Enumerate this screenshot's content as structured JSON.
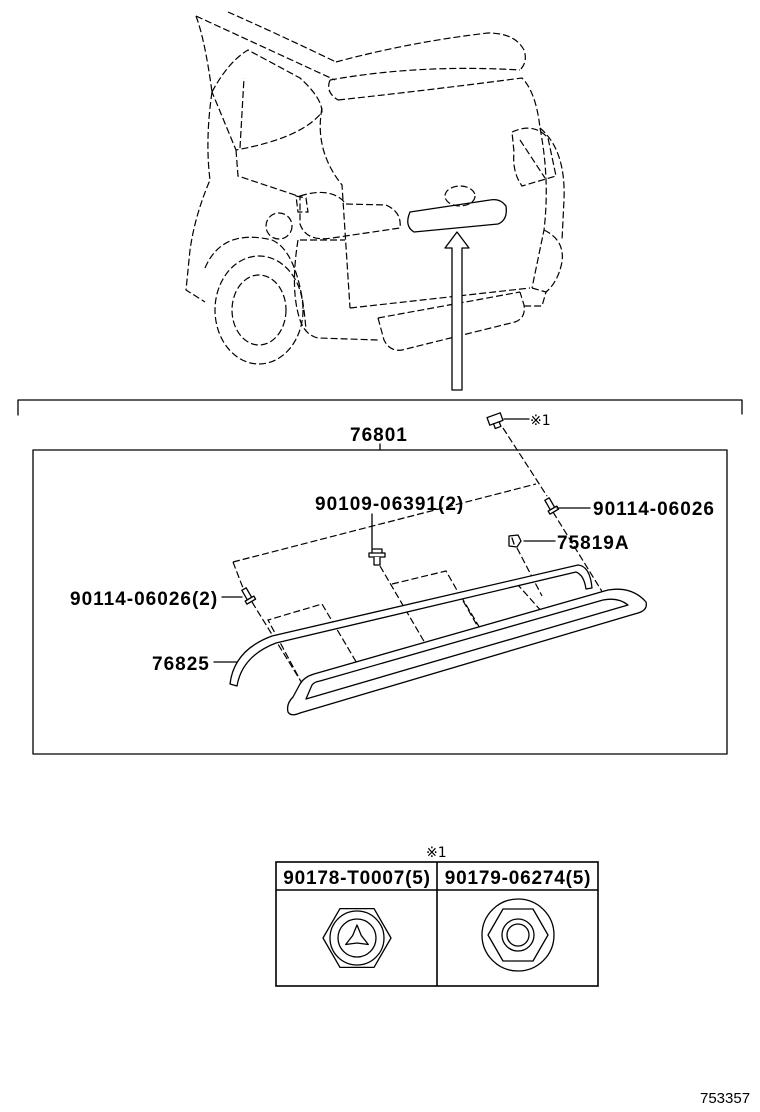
{
  "colors": {
    "line": "#000000",
    "background": "#ffffff"
  },
  "callouts": {
    "assembly": "76801",
    "reference_mark": "※1",
    "clip": "90109-06391(2)",
    "screw_upper": "90114-06026",
    "clip_lower": "75819A",
    "screw_lower": "90114-06026(2)",
    "moulding": "76825"
  },
  "reference_table": {
    "mark": "※1",
    "columns": [
      {
        "part_number": "90178-T0007(5)"
      },
      {
        "part_number": "90179-06274(5)"
      }
    ]
  },
  "illustration_number": "753357"
}
